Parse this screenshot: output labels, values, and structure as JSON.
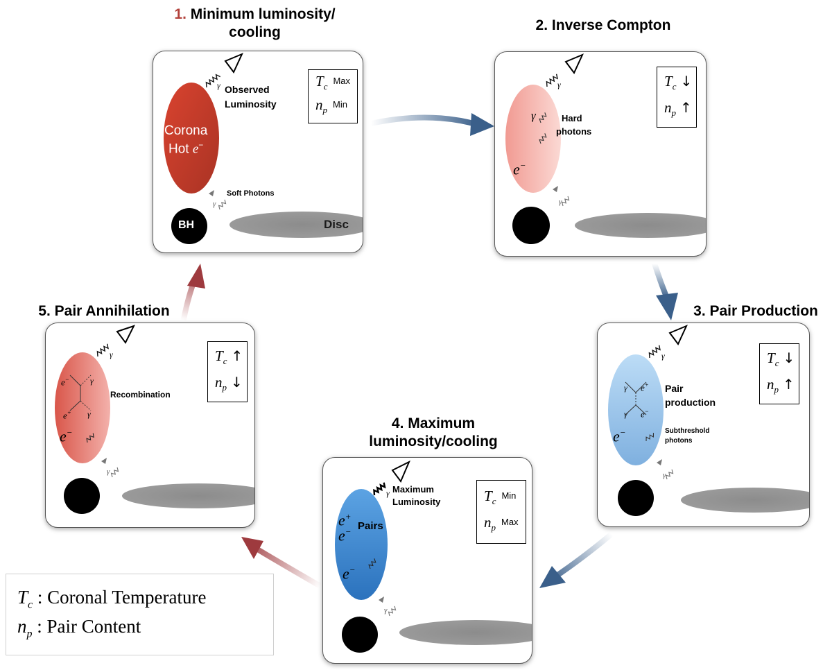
{
  "legend": {
    "tc_symbol": "T",
    "tc_sub": "c",
    "tc_desc": "Coronal Temperature",
    "np_symbol": "n",
    "np_sub": "p",
    "np_desc": "Pair Content",
    "separator": ":"
  },
  "stages": [
    {
      "number": "1.",
      "title": "Minimum luminosity/",
      "title_line2": "cooling",
      "state": {
        "tc_symbol": "T",
        "tc_sub": "c",
        "tc_indicator": "Max",
        "np_symbol": "n",
        "np_sub": "p",
        "np_indicator": "Min"
      },
      "labels": {
        "observed": "Observed",
        "luminosity": "Luminosity",
        "corona": "Corona",
        "hot": "Hot",
        "e_minus": "e",
        "e_sup": "−",
        "soft_photons": "Soft Photons",
        "bh": "BH",
        "disc": "Disc",
        "gamma": "γ"
      }
    },
    {
      "number": "2.",
      "title": "Inverse Compton",
      "state": {
        "tc_symbol": "T",
        "tc_sub": "c",
        "tc_indicator": "↓",
        "np_symbol": "n",
        "np_sub": "p",
        "np_indicator": "↑"
      },
      "labels": {
        "hard": "Hard",
        "photons": "photons",
        "e_minus": "e",
        "e_sup": "−",
        "gamma": "γ"
      }
    },
    {
      "number": "3.",
      "title": "Pair Production",
      "state": {
        "tc_symbol": "T",
        "tc_sub": "c",
        "tc_indicator": "↓",
        "np_symbol": "n",
        "np_sub": "p",
        "np_indicator": "↑"
      },
      "labels": {
        "pair": "Pair",
        "production": "production",
        "subthreshold": "Subthreshold",
        "photons": "photons",
        "e_minus": "e",
        "e_sup": "−",
        "e_plus_sup": "+",
        "gamma": "γ"
      }
    },
    {
      "number": "4.",
      "title": "Maximum",
      "title_line2": "luminosity/cooling",
      "state": {
        "tc_symbol": "T",
        "tc_sub": "c",
        "tc_indicator": "Min",
        "np_symbol": "n",
        "np_sub": "p",
        "np_indicator": "Max"
      },
      "labels": {
        "maximum": "Maximum",
        "luminosity": "Luminosity",
        "pairs": "Pairs",
        "e_minus": "e",
        "e_sup": "−",
        "e_plus_sup": "+",
        "gamma": "γ"
      }
    },
    {
      "number": "5.",
      "title": "Pair Annihilation",
      "state": {
        "tc_symbol": "T",
        "tc_sub": "c",
        "tc_indicator": "↑",
        "np_symbol": "n",
        "np_sub": "p",
        "np_indicator": "↓"
      },
      "labels": {
        "recombination": "Recombination",
        "e_minus": "e",
        "e_sup": "−",
        "e_plus_sup": "+",
        "gamma": "γ"
      }
    }
  ],
  "colors": {
    "red_arrow": "#9e3a3e",
    "blue_arrow": "#3a5f8a",
    "corona_red": "#c0392b",
    "corona_pink": "#f2a9a3",
    "corona_lightblue": "#a9cdee",
    "corona_blue": "#3c84cf",
    "disc_gray": "#8c8c8c"
  }
}
